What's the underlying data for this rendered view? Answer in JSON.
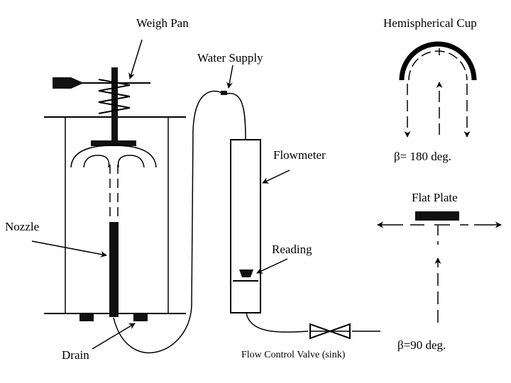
{
  "labels": {
    "weigh_pan": "Weigh Pan",
    "water_supply": "Water Supply",
    "hemispherical_cup": "Hemispherical Cup",
    "flowmeter": "Flowmeter",
    "nozzle": "Nozzle",
    "reading": "Reading",
    "flat_plate": "Flat Plate",
    "drain": "Drain",
    "flow_control_valve": "Flow Control Valve (sink)",
    "beta_cup": "β= 180 deg.",
    "beta_plate": "β=90 deg."
  }
}
